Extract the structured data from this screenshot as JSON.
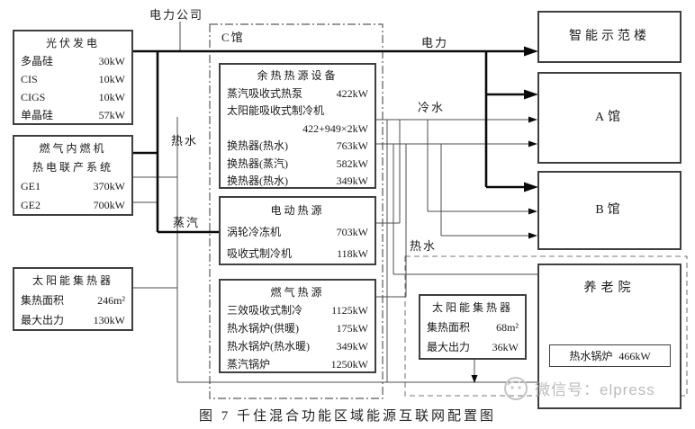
{
  "caption": "图 7  千住混合功能区域能源互联网配置图",
  "watermark": "微信号：elpress",
  "labels": {
    "power_company": "电力公司",
    "c_hall": "C馆",
    "electricity": "电力",
    "cold_water": "冷水",
    "hot_water_left": "热水",
    "steam": "蒸汽",
    "hot_water_bottom": "热水"
  },
  "boxes": {
    "pv": {
      "title": "光伏发电",
      "rows": [
        {
          "label": "多晶硅",
          "value": "30kW"
        },
        {
          "label": "CIS",
          "value": "10kW"
        },
        {
          "label": "CIGS",
          "value": "10kW"
        },
        {
          "label": "单晶硅",
          "value": "57kW"
        }
      ]
    },
    "chp": {
      "title_line1": "燃气内燃机",
      "title_line2": "热电联产系统",
      "rows": [
        {
          "label": "GE1",
          "value": "370kW"
        },
        {
          "label": "GE2",
          "value": "700kW"
        }
      ]
    },
    "solar_left": {
      "title": "太阳能集热器",
      "rows": [
        {
          "label": "集热面积",
          "value": "246m²"
        },
        {
          "label": "最大出力",
          "value": "130kW"
        }
      ]
    },
    "waste_heat": {
      "title": "余热热源设备",
      "rows": [
        {
          "label": "蒸汽吸收式热泵",
          "value": "422kW"
        },
        {
          "label": "太阳能吸收式制冷机",
          "value": ""
        },
        {
          "label": "",
          "value": "422+949×2kW"
        },
        {
          "label": "换热器(热水)",
          "value": "763kW"
        },
        {
          "label": "换热器(蒸汽)",
          "value": "582kW"
        },
        {
          "label": "换热器(热水)",
          "value": "349kW"
        }
      ]
    },
    "electric_heat": {
      "title": "电动热源",
      "rows": [
        {
          "label": "涡轮冷冻机",
          "value": "703kW"
        },
        {
          "label": "吸收式制冷机",
          "value": "118kW"
        }
      ]
    },
    "gas_heat": {
      "title": "燃气热源",
      "rows": [
        {
          "label": "三效吸收式制冷",
          "value": "1125kW"
        },
        {
          "label": "热水锅炉(供暖)",
          "value": "175kW"
        },
        {
          "label": "热水锅炉(热水暖)",
          "value": "349kW"
        },
        {
          "label": "蒸汽锅炉",
          "value": "1250kW"
        }
      ]
    },
    "smart_building": {
      "title": "智能示范楼"
    },
    "hall_a": {
      "title": "A馆"
    },
    "hall_b": {
      "title": "B馆"
    },
    "nursing_home": {
      "title": "养老院",
      "boiler_label": "热水锅炉",
      "boiler_value": "466kW"
    },
    "solar_bottom": {
      "title": "太阳能集热器",
      "rows": [
        {
          "label": "集热面积",
          "value": "68m²"
        },
        {
          "label": "最大出力",
          "value": "36kW"
        }
      ]
    }
  }
}
